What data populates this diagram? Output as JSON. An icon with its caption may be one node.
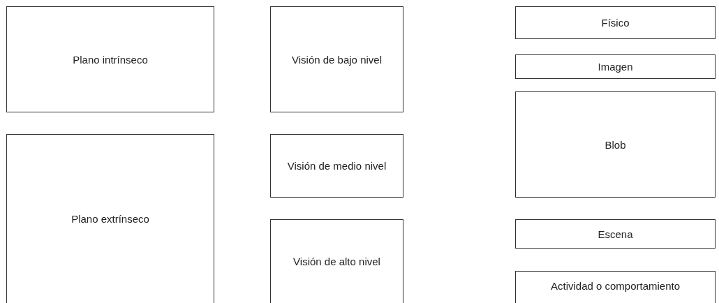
{
  "diagram": {
    "nodes": [
      {
        "text": [
          "Plano intrínseco"
        ]
      },
      {
        "text": [
          "Plano extrínseco"
        ]
      },
      {
        "text": [
          "Visión de bajo nivel"
        ]
      },
      {
        "text": [
          "Visión de medio nivel"
        ]
      },
      {
        "text": [
          "Visión de alto nivel"
        ]
      },
      {
        "text": [
          "Físico"
        ]
      },
      {
        "text": [
          "Imagen"
        ]
      },
      {
        "text": [
          "Blob"
        ]
      },
      {
        "text": [
          "Escena"
        ]
      },
      {
        "text": [
          "Actividad o comportamiento"
        ]
      }
    ]
  }
}
